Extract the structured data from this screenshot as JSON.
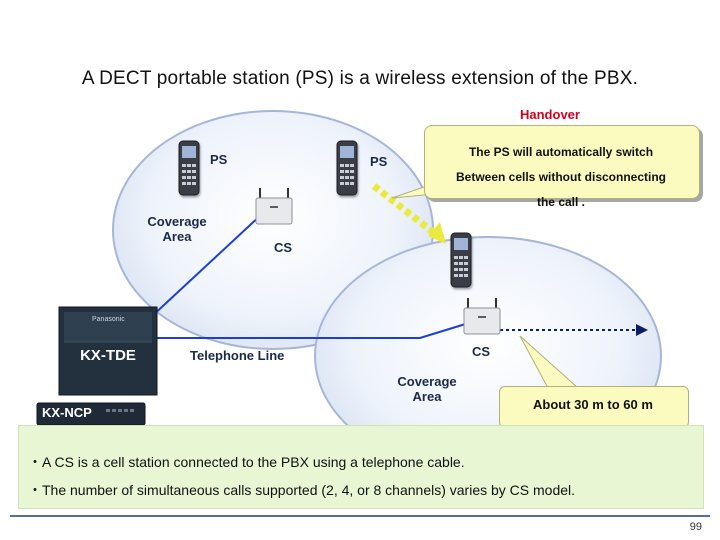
{
  "title": "A DECT portable station (PS) is a wireless extension of the PBX.",
  "handover": {
    "title": "Handover",
    "bubble_line1": "The PS will automatically switch",
    "bubble_line2": "Between cells without disconnecting",
    "bubble_line3": "the call ."
  },
  "labels": {
    "ps_left": "PS",
    "ps_middle": "PS",
    "cs_left": "CS",
    "cs_right": "CS",
    "coverage_left_1": "Coverage",
    "coverage_left_2": "Area",
    "coverage_right_1": "Coverage",
    "coverage_right_2": "Area",
    "telephone_line": "Telephone Line",
    "pbx_main": "KX-TDE",
    "pbx_small": "KX-NCP",
    "distance": "About 30 m to 60 m",
    "device_brand": "Panasonic"
  },
  "notes": [
    "・A CS is a cell station connected to the PBX using a telephone cable.",
    "・The number of simultaneous calls supported (2, 4, or 8 channels) varies by CS model."
  ],
  "page_number": "99",
  "colors": {
    "handover_title": "#d6001c",
    "handover_arrow": "#e9ea3c",
    "telephone_line": "#1c3fd1",
    "bubble_bg": "#fbfbc0",
    "notes_bg": "#e8f6d4",
    "bottom_rule": "#5a6aa6"
  }
}
